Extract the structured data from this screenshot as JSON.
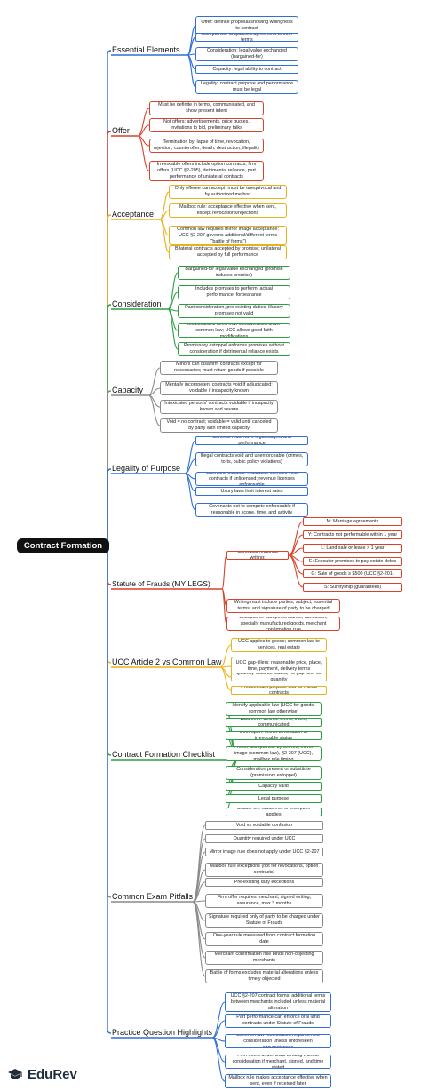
{
  "root": "Contract Formation",
  "brand": "EduRev",
  "colors": {
    "blue": "#2f6fd6",
    "red": "#d9412b",
    "yellow": "#e8b21c",
    "green": "#2e9e44",
    "gray": "#8a8a8a"
  },
  "branches": [
    {
      "key": "essential",
      "label": "Essential Elements",
      "color": "#2f6fd6",
      "leaves": [
        "Offer: definite proposal showing willingness to contract",
        "Acceptance: unqualified agreement to offer terms",
        "Consideration: legal value exchanged (bargained-for)",
        "Capacity: legal ability to contract",
        "Legality: contract purpose and performance must be legal"
      ]
    },
    {
      "key": "offer",
      "label": "Offer",
      "color": "#d9412b",
      "leaves": [
        "Must be definite in terms, communicated, and show present intent",
        "Not offers: advertisements, price quotes, invitations to bid, preliminary talks",
        "Termination by: lapse of time, revocation, rejection, counteroffer, death, destruction, illegality",
        "Irrevocable offers include option contracts, firm offers (UCC §2-205), detrimental reliance, part performance of unilateral contracts"
      ]
    },
    {
      "key": "acceptance",
      "label": "Acceptance",
      "color": "#e8b21c",
      "leaves": [
        "Only offeree can accept, must be unequivocal and by authorized method",
        "Mailbox rule: acceptance effective when sent, except revocations/rejections",
        "Common law requires mirror image acceptance; UCC §2-207 governs additional/different terms (\"battle of forms\")",
        "Bilateral contracts accepted by promise; unilateral accepted by full performance"
      ]
    },
    {
      "key": "consideration",
      "label": "Consideration",
      "color": "#2e9e44",
      "leaves": [
        "Bargained-for legal value exchanged (promise induces promise)",
        "Includes promises to perform, actual performance, forbearance",
        "Past consideration, pre-existing duties, illusory promises not valid",
        "Modifications need new consideration under common law; UCC allows good faith modifications",
        "Promissory estoppel enforces promises without consideration if detrimental reliance exists"
      ]
    },
    {
      "key": "capacity",
      "label": "Capacity",
      "color": "#8a8a8a",
      "leaves": [
        "Minors can disaffirm contracts except for necessaries; must return goods if possible",
        "Mentally incompetent contracts void if adjudicated; voidable if incapacity known",
        "Intoxicated persons' contracts voidable if incapacity known and severe",
        "Void = no contract; voidable = valid until canceled by party with limited capacity"
      ]
    },
    {
      "key": "legality",
      "label": "Legality of Purpose",
      "color": "#2f6fd6",
      "leaves": [
        "Contract must have legal subject and performance",
        "Illegal contracts void and unenforceable (crimes, torts, public policy violations)",
        "Licensing statutes: regulatory licenses void contracts if unlicensed; revenue licenses enforceable",
        "Usury laws limit interest rates",
        "Covenants not to compete enforceable if reasonable in scope, time, and activity"
      ]
    },
    {
      "key": "sof",
      "label": "Statute of Frauds (MY LEGS)",
      "color": "#d9412b",
      "writing_node": "Contracts requiring writing:",
      "sub_leaves": [
        "M: Marriage agreements",
        "Y: Contracts not performable within 1 year",
        "L: Land sale or lease > 1 year",
        "E: Executor promises to pay estate debts",
        "G: Sale of goods ≥ $500 (UCC §2-201)",
        "S: Suretyship (guarantees)"
      ],
      "leaves": [
        "Writing must include parties, subject, essential terms, and signature of party to be charged",
        "Exceptions: part performance, admission, specially manufactured goods, merchant confirmation rule"
      ]
    },
    {
      "key": "ucc",
      "label": "UCC Article 2 vs Common Law",
      "color": "#e8b21c",
      "leaves": [
        "UCC applies to goods; common law to services, real estate",
        "UCC gap-fillers: reasonable price, place, time, payment, delivery terms",
        "Quantity must be stated; no gap-filler for quantity",
        "Predominant purpose test for mixed contracts"
      ]
    },
    {
      "key": "checklist",
      "label": "Contract Formation Checklist",
      "color": "#2e9e44",
      "leaves": [
        "Identify applicable law (UCC for goods, common law otherwise)",
        "Valid offer: definite terms, intent, communicated",
        "Offer open: check termination or irrevocable status",
        "Proper acceptance: by offeree, mirror image (common law), §2-207 (UCC), mailbox rule timing",
        "Consideration present or substitute (promissory estoppel)",
        "Capacity valid",
        "Legal purpose",
        "Statute of Frauds met or exception applies"
      ]
    },
    {
      "key": "pitfalls",
      "label": "Common Exam Pitfalls",
      "color": "#8a8a8a",
      "leaves": [
        "Void vs voidable confusion",
        "Quantity required under UCC",
        "Mirror image rule does not apply under UCC §2-207",
        "Mailbox rule exceptions (not for revocations, option contracts)",
        "Pre-existing duty exceptions",
        "Firm offer requires merchant, signed writing, assurance, max 3 months",
        "Signature required only of party to be charged under Statute of Frauds",
        "One-year rule measured from contract formation date",
        "Merchant confirmation rule binds non-objecting merchants",
        "Battle of forms excludes material alterations unless timely objected"
      ]
    },
    {
      "key": "practice",
      "label": "Practice Question Highlights",
      "color": "#2f6fd6",
      "leaves": [
        "UCC §2-207 contract forms: additional terms between merchants included unless material alteration",
        "Part performance can enforce oral land contracts under Statute of Frauds",
        "Common law modification requires new consideration unless unforeseen circumstances",
        "Firm offers under UCC binding without consideration if merchant, signed, and time stated",
        "Mailbox rule makes acceptance effective when sent, even if received later"
      ]
    }
  ]
}
